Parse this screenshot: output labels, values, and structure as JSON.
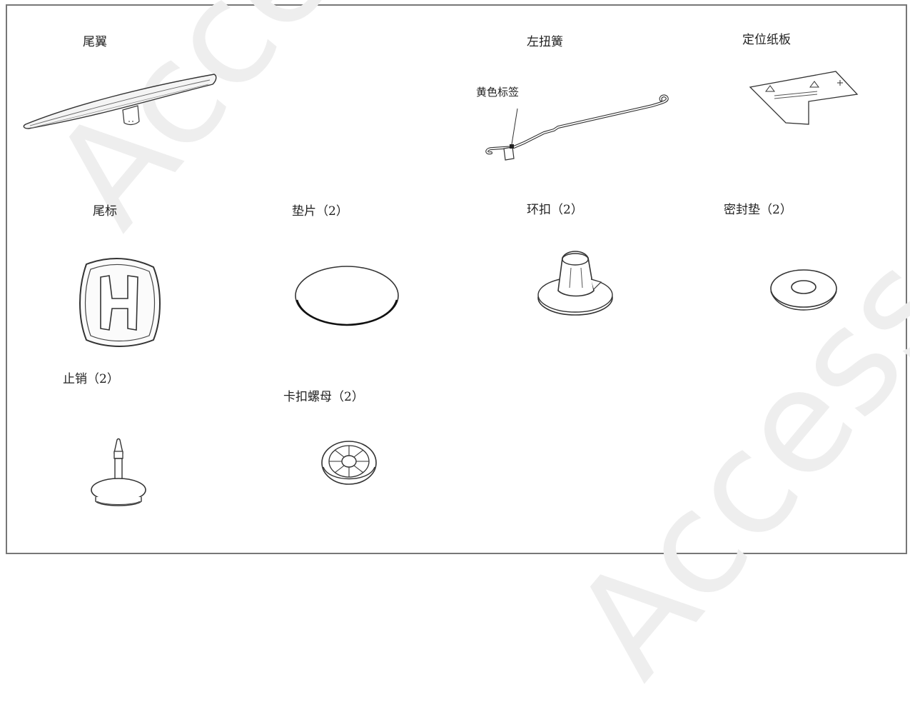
{
  "watermark": {
    "text": "Access"
  },
  "parts": {
    "spoiler": "尾翼",
    "left_torsion_spring": "左扭簧",
    "yellow_tag": "黄色标签",
    "positioning_template": "定位纸板",
    "emblem": "尾标",
    "gasket": "垫片（2）",
    "clip": "环扣（2）",
    "seal": "密封垫（2）",
    "stop_pin": "止销（2）",
    "clip_nut": "卡扣螺母（2）"
  }
}
